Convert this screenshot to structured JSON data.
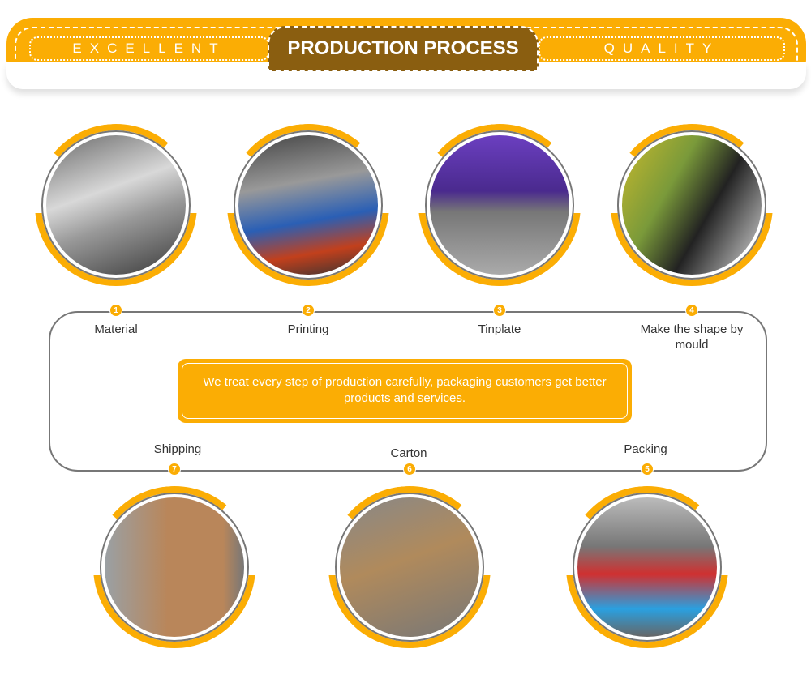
{
  "header": {
    "left": "EXCELLENT",
    "title": "PRODUCTION PROCESS",
    "right": "QUALITY"
  },
  "message": "We treat every step of production carefully, packaging customers get better products and services.",
  "colors": {
    "accent": "#fbad04",
    "brown": "#8a5e10",
    "line": "#777777"
  },
  "steps": [
    {
      "n": "1",
      "label": "Material"
    },
    {
      "n": "2",
      "label": "Printing"
    },
    {
      "n": "3",
      "label": "Tinplate"
    },
    {
      "n": "4",
      "label": "Make the shape by mould"
    },
    {
      "n": "5",
      "label": "Packing"
    },
    {
      "n": "6",
      "label": "Carton"
    },
    {
      "n": "7",
      "label": "Shipping"
    }
  ]
}
